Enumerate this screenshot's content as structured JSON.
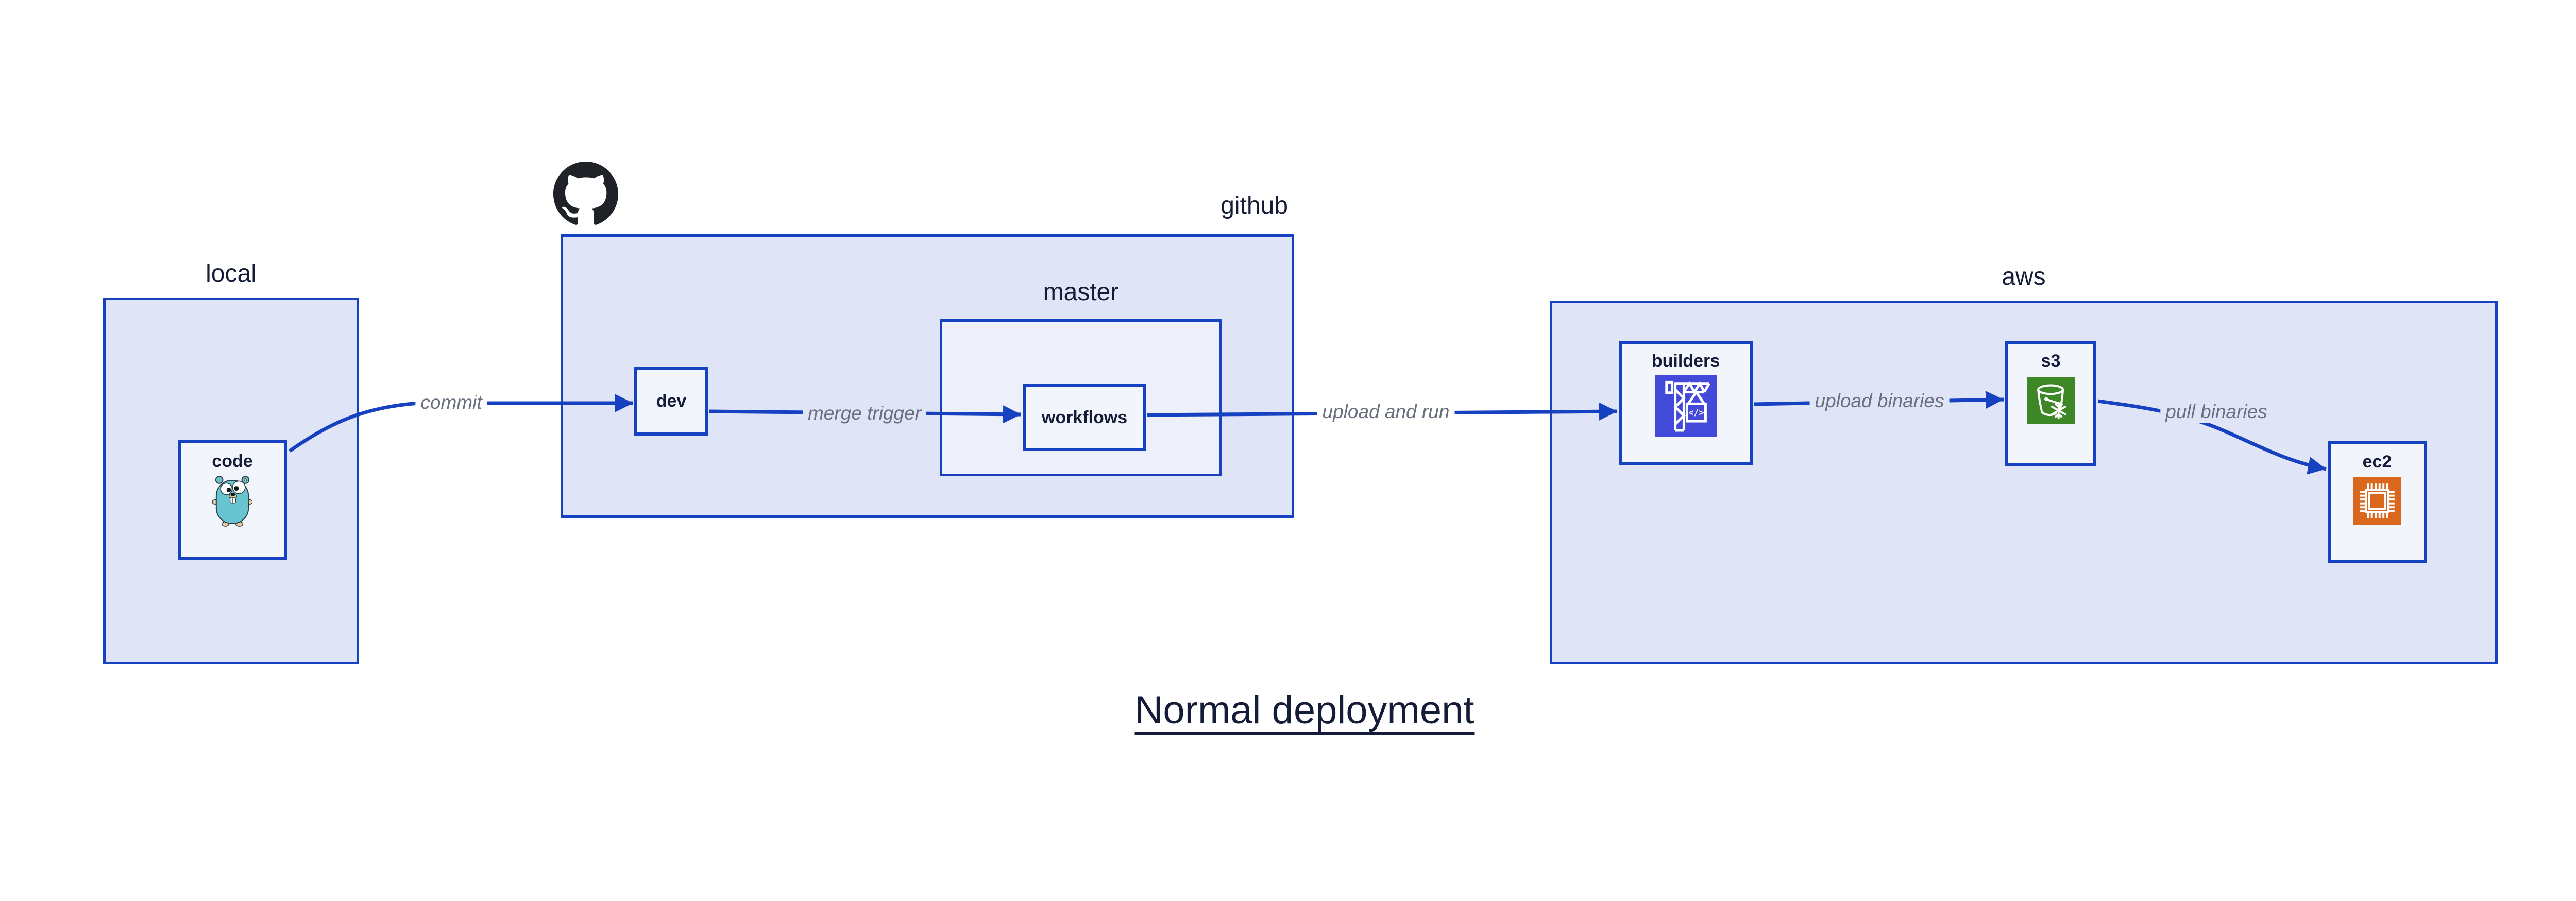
{
  "title": "Normal deployment",
  "groups": {
    "local": {
      "label": "local"
    },
    "github": {
      "label": "github"
    },
    "master": {
      "label": "master"
    },
    "aws": {
      "label": "aws"
    }
  },
  "nodes": {
    "code": {
      "label": "code",
      "icon": "go-gopher-icon"
    },
    "dev": {
      "label": "dev"
    },
    "workflows": {
      "label": "workflows"
    },
    "builders": {
      "label": "builders",
      "icon": "codebuild-crane-icon"
    },
    "s3": {
      "label": "s3",
      "icon": "s3-bucket-snowflake-icon"
    },
    "ec2": {
      "label": "ec2",
      "icon": "cpu-chip-icon"
    }
  },
  "edges": [
    {
      "from": "code",
      "to": "dev",
      "label": "commit"
    },
    {
      "from": "dev",
      "to": "workflows",
      "label": "merge trigger"
    },
    {
      "from": "workflows",
      "to": "builders",
      "label": "upload and run"
    },
    {
      "from": "builders",
      "to": "s3",
      "label": "upload binaries"
    },
    {
      "from": "s3",
      "to": "ec2",
      "label": "pull binaries"
    }
  ],
  "icons": {
    "github_logo": "github-octocat-icon",
    "codebuild_glyph": "</>"
  },
  "colors": {
    "line_blue": "#1641c0",
    "group_fill": "#dfe4f7",
    "master_fill": "#edf0fa",
    "node_fill": "#f3f5fc",
    "text_navy": "#151c38",
    "edge_label_gray": "#6a6f7d",
    "codebuild_bg": "#4349d8",
    "s3_bg": "#3e8727",
    "ec2_bg": "#d9681e",
    "gopher_teal": "#68c5d0",
    "github_black": "#1f2328"
  }
}
